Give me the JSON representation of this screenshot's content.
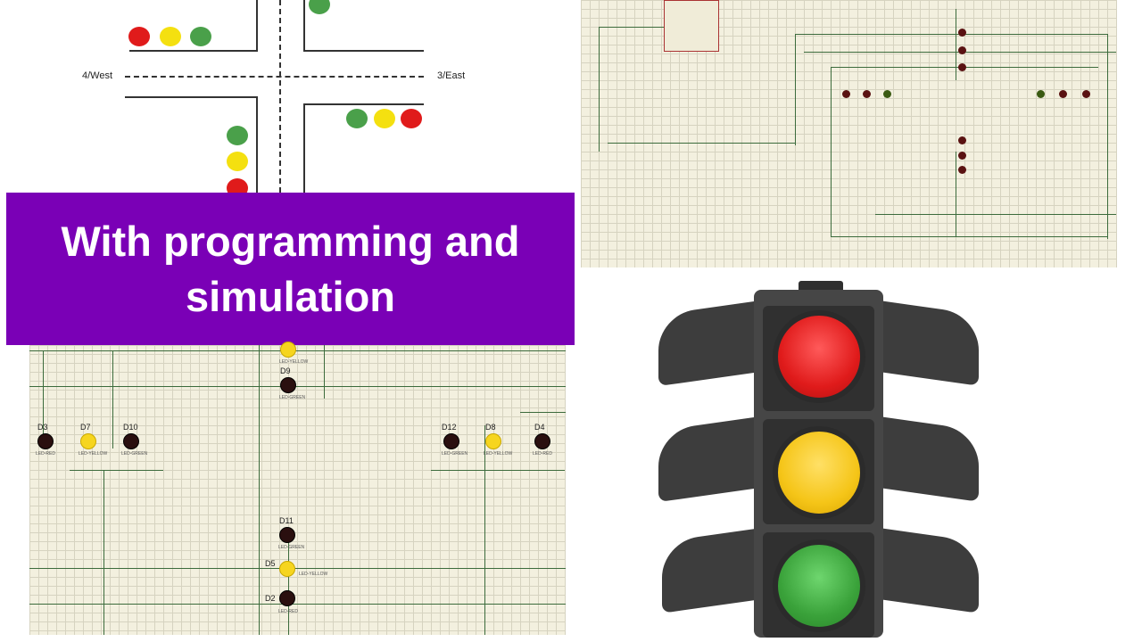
{
  "intersection": {
    "west_label": "4/West",
    "east_label": "3/East"
  },
  "banner": {
    "line1": "With programming and",
    "line2": "simulation"
  },
  "schematic": {
    "leds": [
      {
        "name": "D3",
        "type": "LED-RED"
      },
      {
        "name": "D7",
        "type": "LED-YELLOW"
      },
      {
        "name": "D10",
        "type": "LED-GREEN"
      },
      {
        "name": "D12",
        "type": "LED-GREEN"
      },
      {
        "name": "D8",
        "type": "LED-YELLOW"
      },
      {
        "name": "D4",
        "type": "LED-RED"
      },
      {
        "name": "D9",
        "type": "LED-GREEN"
      },
      {
        "name": "D11",
        "type": "LED-GREEN"
      },
      {
        "name": "D5",
        "type": "LED-YELLOW"
      },
      {
        "name": "D2",
        "type": "LED-RED"
      }
    ],
    "top_led_type": "LED-YELLOW"
  },
  "colors": {
    "banner": "#7a00b6",
    "red": "#e01b1b",
    "yellow": "#f5c518",
    "green": "#3aa23a",
    "grid": "#f3f0df"
  }
}
